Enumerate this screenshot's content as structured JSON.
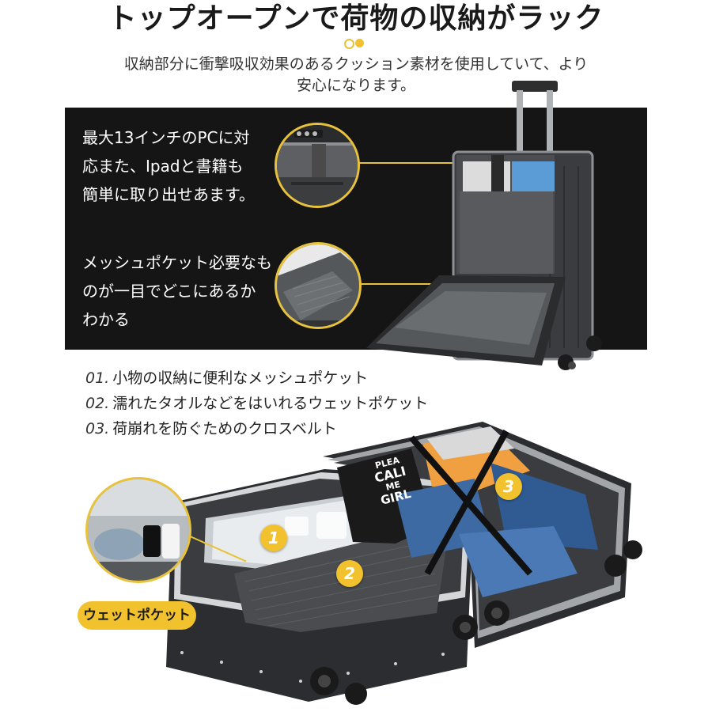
{
  "header": {
    "title": "トップオープンで荷物の収納がラック",
    "subtitle_line1": "収納部分に衝撃吸収効果のあるクッション素材を使用していて、より",
    "subtitle_line2": "安心になります。"
  },
  "features": [
    {
      "lines": [
        "最大13インチのPCに対",
        "応また、Ipadと書籍も",
        "簡単に取り出せあます。"
      ]
    },
    {
      "lines": [
        "メッシュポケット必要なも",
        "のが一目でどこにあるか",
        "わかる"
      ]
    }
  ],
  "list": [
    {
      "num": "01.",
      "text": "小物の収納に便利なメッシュポケット"
    },
    {
      "num": "02.",
      "text": "濡れたタオルなどをはいれるウェットポケット"
    },
    {
      "num": "03.",
      "text": "荷崩れを防ぐためのクロスベルト"
    }
  ],
  "badges": {
    "wet_pocket": "ウェットポケット",
    "n1": "1",
    "n2": "2",
    "n3": "3"
  },
  "shirt_print": [
    "PLEA",
    "CALI",
    "ME",
    "GIRL"
  ],
  "colors": {
    "accent": "#f2c12e",
    "band": "#151515",
    "suitcase": "#2b2d30",
    "frame": "#9a9ea3"
  }
}
